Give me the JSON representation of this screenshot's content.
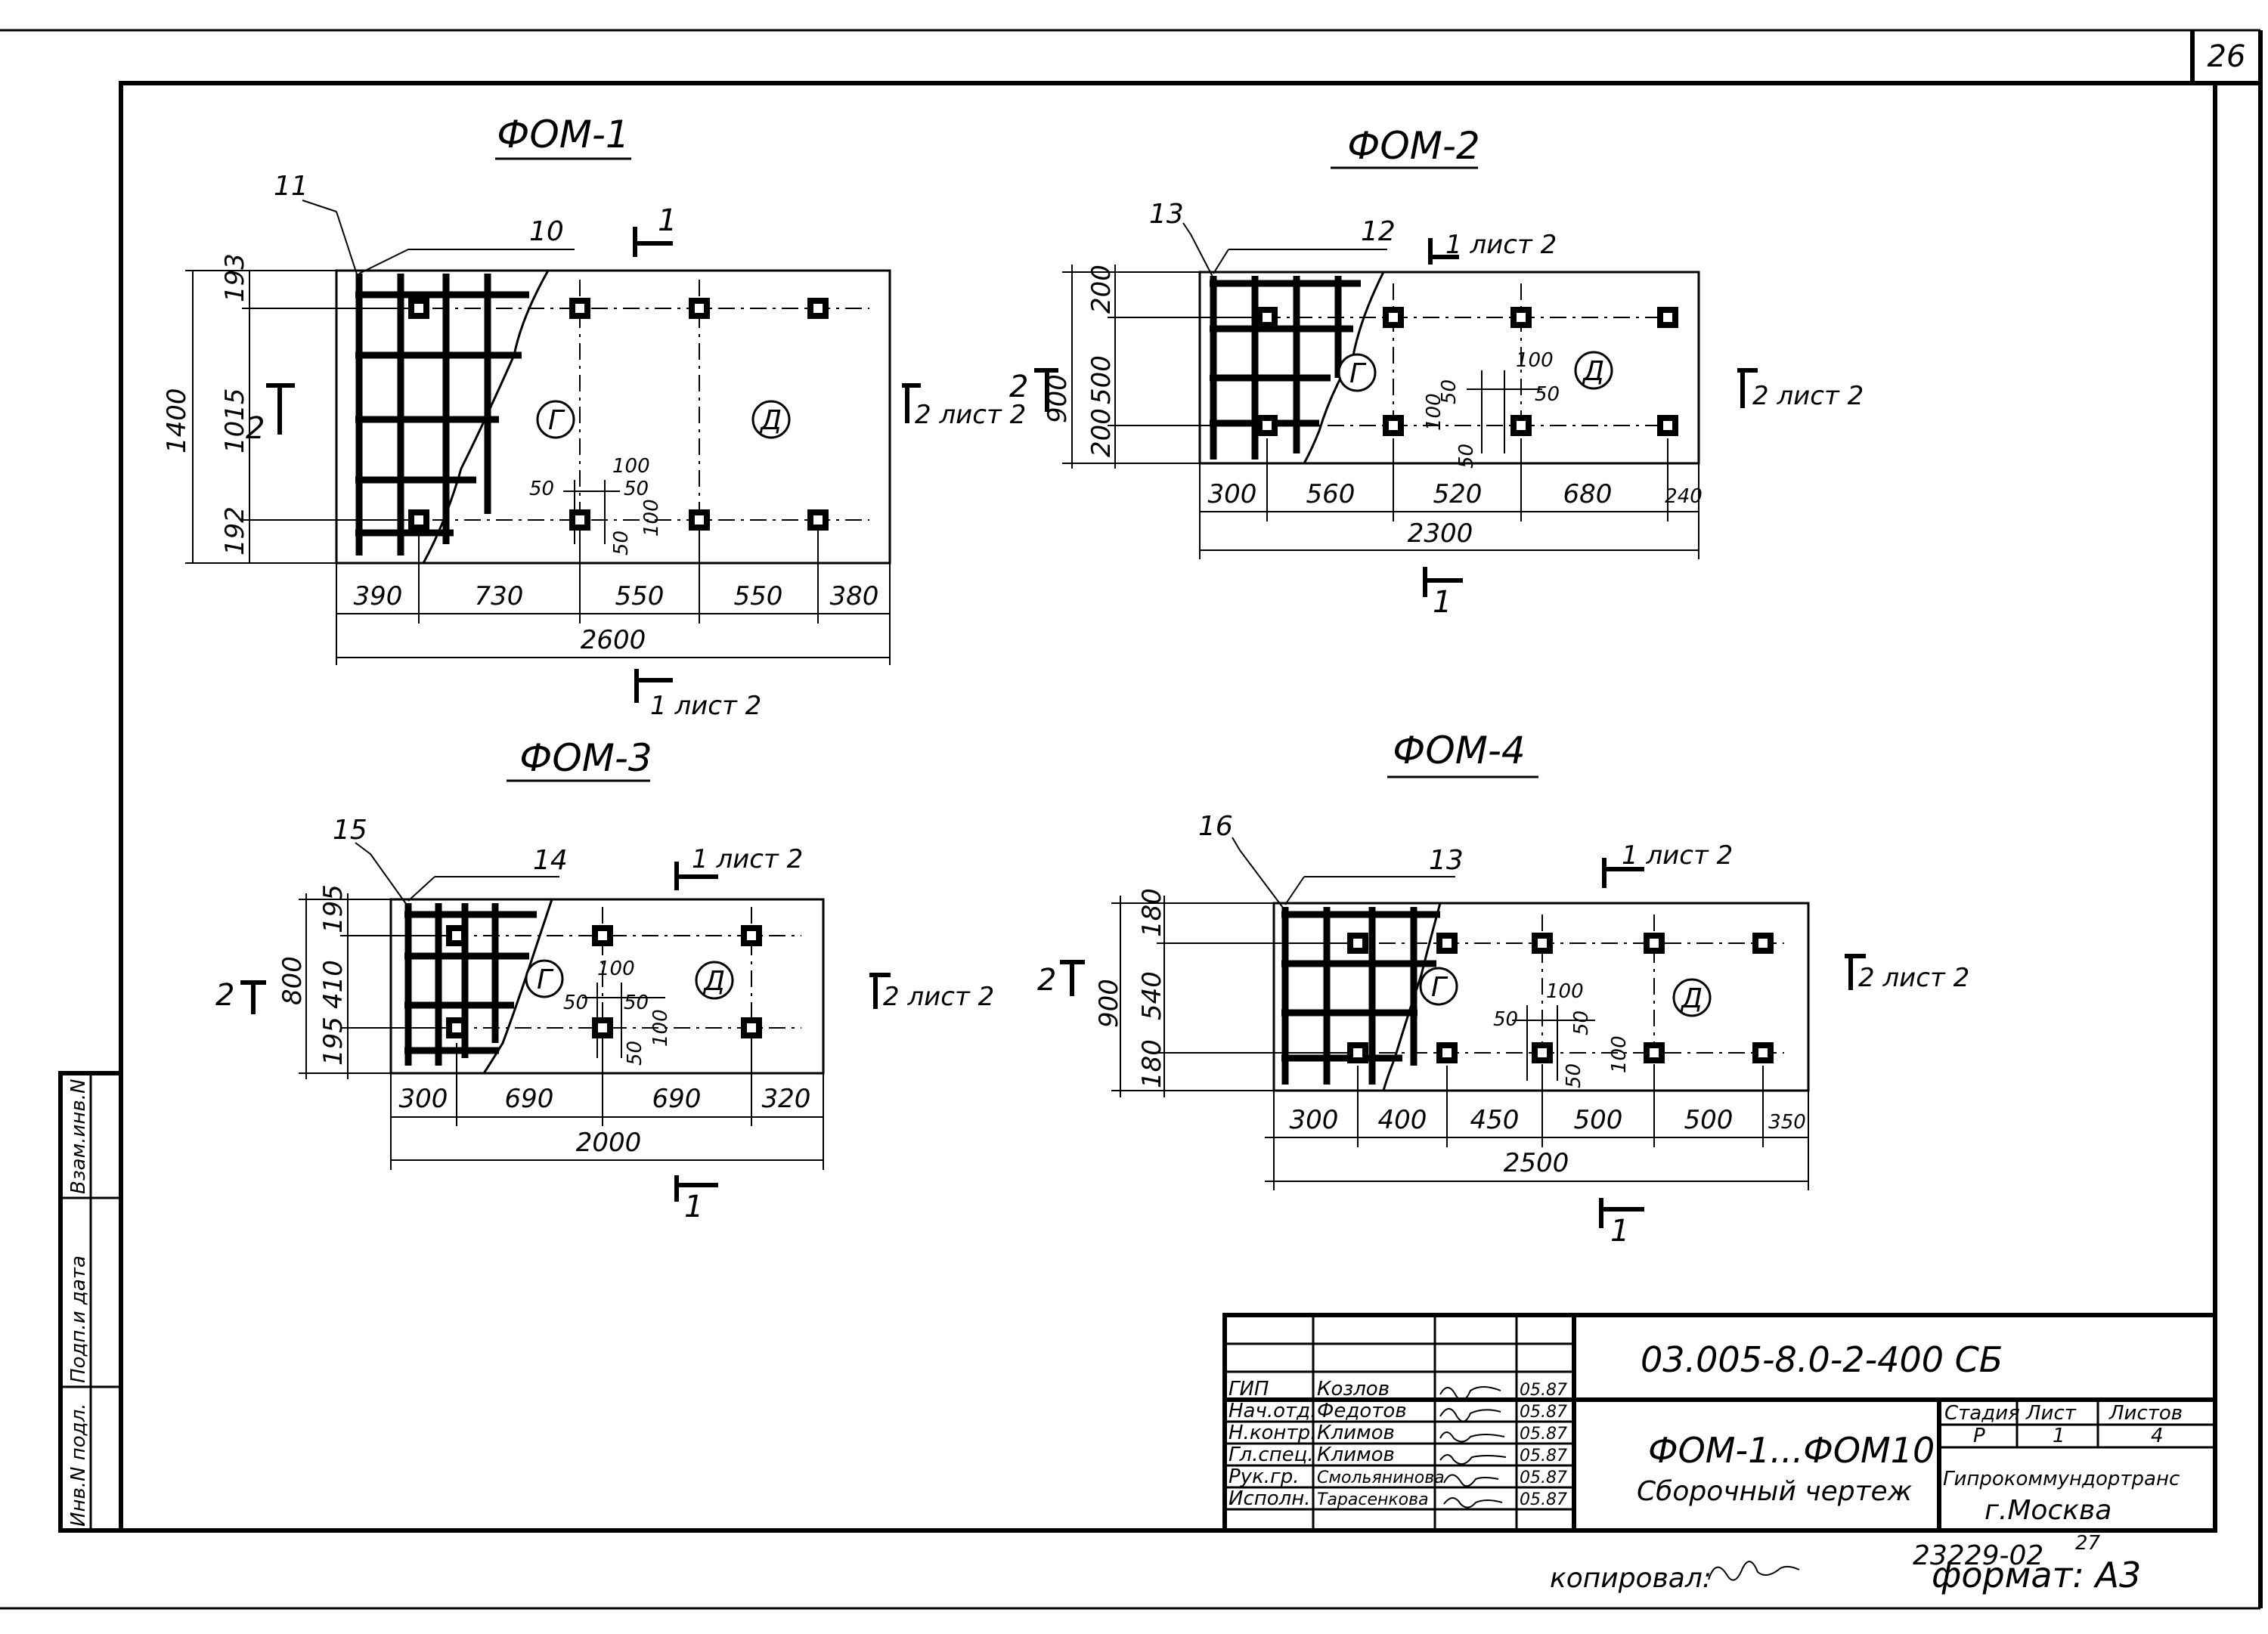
{
  "page_number": "26",
  "views": {
    "fom1": {
      "title": "ФОМ-1",
      "callouts": [
        "11",
        "10"
      ],
      "regions": [
        "Г",
        "Д"
      ],
      "height_dims": [
        "1400",
        "193",
        "1015",
        "192"
      ],
      "length_dims": [
        "390",
        "730",
        "550",
        "550",
        "380"
      ],
      "total": "2600",
      "detail_dims": [
        "100",
        "50",
        "50",
        "100",
        "50"
      ],
      "sections": {
        "s1_top": "1",
        "s2_left": "2",
        "s2_right": "2 лист 2",
        "s1_bottom": "1 лист 2"
      }
    },
    "fom2": {
      "title": "ФОМ-2",
      "callouts": [
        "13",
        "12"
      ],
      "regions": [
        "Г",
        "Д"
      ],
      "height_dims": [
        "900",
        "200",
        "500",
        "200"
      ],
      "length_dims": [
        "300",
        "560",
        "520",
        "680",
        "240"
      ],
      "total": "2300",
      "detail_dims": [
        "100",
        "50",
        "50",
        "100",
        "50"
      ],
      "sections": {
        "s1_top": "1 лист 2",
        "s2_left": "2",
        "s2_right": "2 лист 2",
        "s1_bottom": "1"
      }
    },
    "fom3": {
      "title": "ФОМ-3",
      "callouts": [
        "15",
        "14"
      ],
      "regions": [
        "Г",
        "Д"
      ],
      "height_dims": [
        "800",
        "195",
        "410",
        "195"
      ],
      "length_dims": [
        "300",
        "690",
        "690",
        "320"
      ],
      "total": "2000",
      "detail_dims": [
        "100",
        "50",
        "50",
        "50",
        "100"
      ],
      "sections": {
        "s1_top": "1 лист 2",
        "s2_left": "2",
        "s2_right": "2 лист 2",
        "s1_bottom": "1"
      }
    },
    "fom4": {
      "title": "ФОМ-4",
      "callouts": [
        "16",
        "13"
      ],
      "regions": [
        "Г",
        "Д"
      ],
      "height_dims": [
        "900",
        "180",
        "540",
        "180"
      ],
      "length_dims": [
        "300",
        "400",
        "450",
        "500",
        "500",
        "350"
      ],
      "total": "2500",
      "detail_dims": [
        "100",
        "50",
        "50",
        "100",
        "50"
      ],
      "sections": {
        "s1_top": "1 лист 2",
        "s2_left": "2",
        "s2_right": "2 лист 2",
        "s1_bottom": "1"
      }
    }
  },
  "side_stamp": [
    "Инв.N подл.",
    "Подп.и дата",
    "Взам.инв.N"
  ],
  "title_block": {
    "document_code": "03.005-8.0-2-400 СБ",
    "signatures": [
      {
        "role": "ГИП",
        "name": "Козлов",
        "date": "05.87"
      },
      {
        "role": "Нач.отд.",
        "name": "Федотов",
        "date": "05.87"
      },
      {
        "role": "Н.контр.",
        "name": "Климов",
        "date": "05.87"
      },
      {
        "role": "Гл.спец.",
        "name": "Климов",
        "date": "05.87"
      },
      {
        "role": "Рук.гр.",
        "name": "Смольянинова",
        "date": "05.87"
      },
      {
        "role": "Исполн.",
        "name": "Тарасенкова",
        "date": "05.87"
      }
    ],
    "name": "ФОМ-1...ФОМ10",
    "subtitle": "Сборочный чертеж",
    "stage_header": "Стадия",
    "sheet_header": "Лист",
    "sheets_header": "Листов",
    "stage": "Р",
    "sheet": "1",
    "sheets": "4",
    "organization": "Гипрокоммундортранс",
    "city": "г.Москва"
  },
  "footer": {
    "inventory": "23229-02",
    "small_num": "27",
    "copied_label": "копировал:",
    "format_label": "формат: А3"
  }
}
